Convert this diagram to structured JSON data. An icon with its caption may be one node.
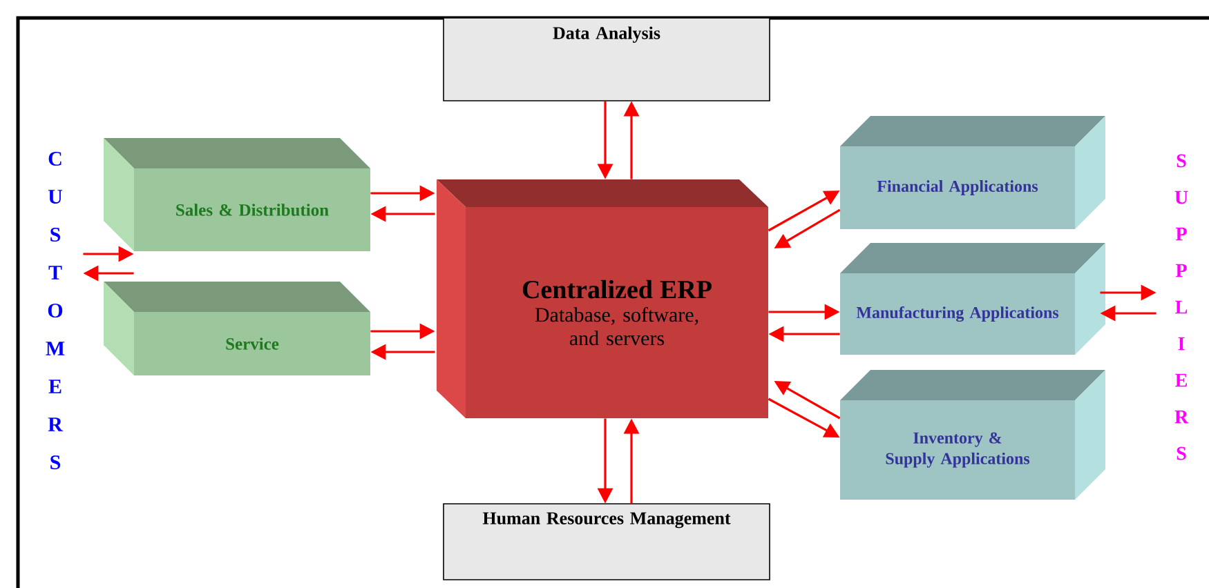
{
  "diagram": {
    "nodes": [
      {
        "text": [
          "Data Analysis"
        ]
      },
      {
        "text": [
          "CUSTOMERS"
        ]
      },
      {
        "text": [
          "Sales & Distribution"
        ]
      },
      {
        "text": [
          "Service"
        ]
      },
      {
        "text": [
          "Centralized ERP",
          "Database, software, and servers"
        ]
      },
      {
        "text": [
          "Financial Applications"
        ]
      },
      {
        "text": [
          "Manufacturing Applications"
        ]
      },
      {
        "text": [
          "Inventory & Supply Applications"
        ]
      },
      {
        "text": [
          "Human Resources Management"
        ]
      },
      {
        "text": [
          "SUPPLIERS"
        ]
      }
    ],
    "edges": [
      {
        "from": 1,
        "to": 2,
        "arrow": "to"
      },
      {
        "from": 3,
        "to": 1,
        "arrow": "to"
      },
      {
        "from": 2,
        "to": 4,
        "arrow": "to"
      },
      {
        "from": 4,
        "to": 2,
        "arrow": "to"
      },
      {
        "from": 3,
        "to": 4,
        "arrow": "to"
      },
      {
        "from": 4,
        "to": 3,
        "arrow": "to"
      },
      {
        "from": 0,
        "to": 4,
        "arrow": "to"
      },
      {
        "from": 4,
        "to": 0,
        "arrow": "to"
      },
      {
        "from": 4,
        "to": 5,
        "arrow": "to"
      },
      {
        "from": 5,
        "to": 4,
        "arrow": "to"
      },
      {
        "from": 4,
        "to": 6,
        "arrow": "to"
      },
      {
        "from": 6,
        "to": 4,
        "arrow": "to"
      },
      {
        "from": 7,
        "to": 4,
        "arrow": "to"
      },
      {
        "from": 4,
        "to": 7,
        "arrow": "to"
      },
      {
        "from": 4,
        "to": 8,
        "arrow": "to"
      },
      {
        "from": 8,
        "to": 4,
        "arrow": "to"
      },
      {
        "from": 6,
        "to": 9,
        "arrow": "to"
      },
      {
        "from": 9,
        "to": 6,
        "arrow": "to"
      }
    ]
  }
}
